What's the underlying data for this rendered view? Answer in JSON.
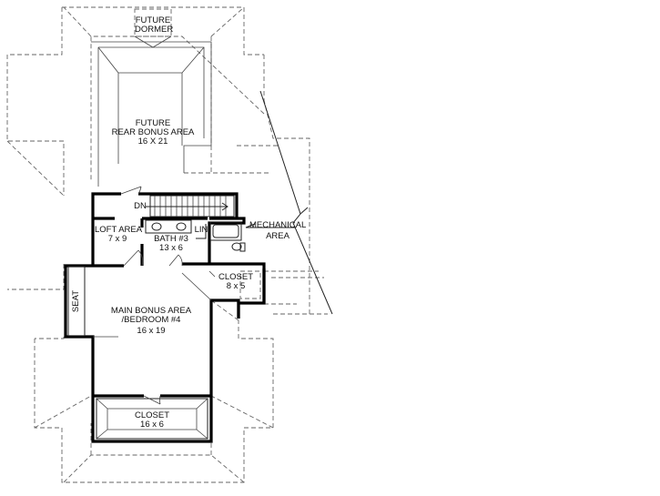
{
  "rooms": {
    "future_dormer": {
      "line1": "FUTURE",
      "line2": "DORMER"
    },
    "rear_bonus": {
      "line1": "FUTURE",
      "line2": "REAR BONUS AREA",
      "size": "16 X 21"
    },
    "dn": "DN",
    "loft": {
      "name": "LOFT AREA",
      "size": "7 x 9"
    },
    "bath": {
      "name": "BATH #3",
      "size": "13 x 6"
    },
    "lin": "LIN",
    "mechanical": {
      "line1": "MECHANICAL",
      "line2": "AREA"
    },
    "closet_right": {
      "name": "CLOSET",
      "size": "8 x 5"
    },
    "seat": "SEAT",
    "main_bonus": {
      "line1": "MAIN BONUS AREA",
      "line2": "/BEDROOM #4",
      "size": "16 x 19"
    },
    "closet_bottom": {
      "name": "CLOSET",
      "size": "16 x 6"
    }
  }
}
